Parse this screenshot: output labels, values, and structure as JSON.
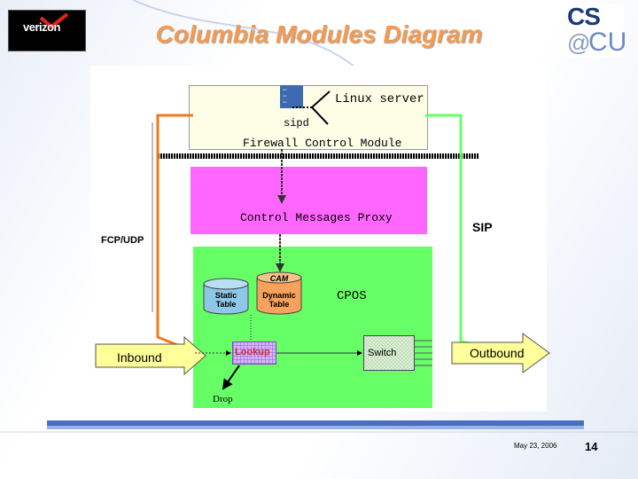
{
  "slide": {
    "title": "Columbia Modules Diagram",
    "date": "May 23, 2006",
    "page_number": "14"
  },
  "logos": {
    "left": {
      "text": "verizon",
      "icon": "verizon-logo"
    },
    "right": {
      "cs": "CS",
      "at": "@",
      "cu": "CU",
      "icon": "cscu-logo"
    }
  },
  "diagram": {
    "linux_server": "Linux server",
    "sipd": "sipd",
    "firewall_control_module": "Firewall Control Module",
    "control_messages_proxy": "Control Messages Proxy",
    "cpos": "CPOS",
    "sip": "SIP",
    "fcp_udp": "FCP/UDP",
    "cam": "CAM",
    "static_table": "Static Table",
    "dynamic_table": "Dynamic Table",
    "lookup": "Lookup",
    "switch": "Switch",
    "inbound": "Inbound",
    "outbound": "Outbound",
    "drop": "Drop"
  },
  "colors": {
    "title": "#f79a50",
    "linux_box": "#fefde6",
    "proxy_box": "#ff66ff",
    "cpos_box": "#66ff66",
    "fcp_line": "#f07a20",
    "sip_line": "#66ff66",
    "static_table": "#8ec7e8",
    "dynamic_table": "#f7a25c",
    "arrow_fill": "#ffff99"
  }
}
